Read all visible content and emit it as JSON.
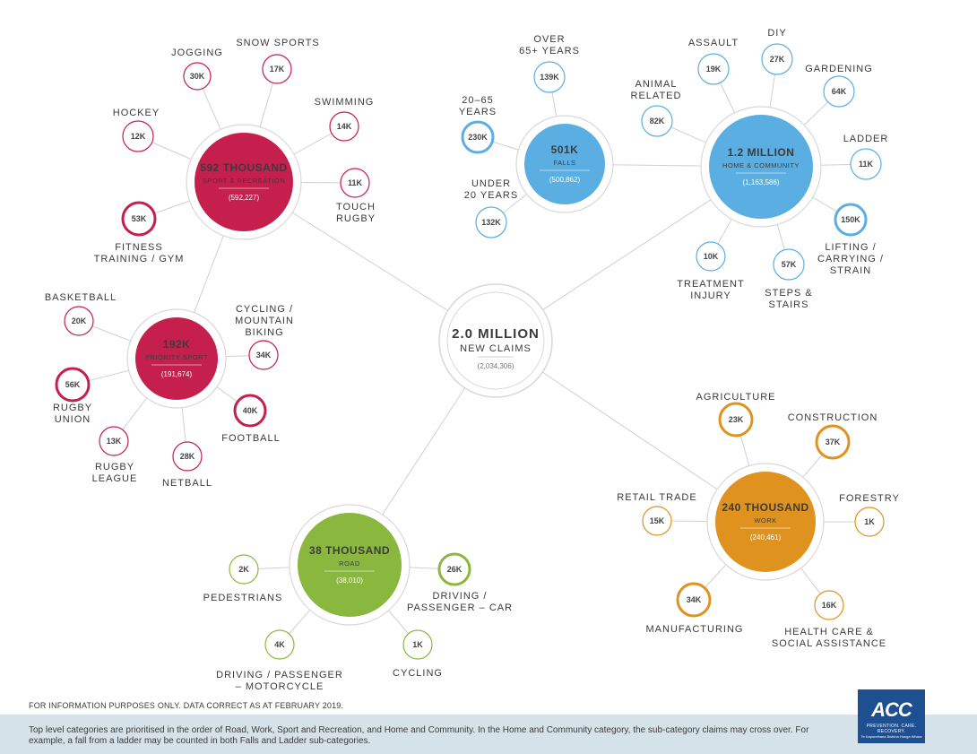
{
  "center": {
    "title": "2.0 MILLION",
    "subtitle": "NEW CLAIMS",
    "value": "(2,034,306)"
  },
  "colors": {
    "sport": "#c41f4d",
    "home": "#5aaee2",
    "work": "#e0921f",
    "road": "#8ab83e",
    "center_ring": "#d8d8d8"
  },
  "hubs": [
    {
      "id": "sport",
      "title": "592 THOUSAND",
      "subtitle": "SPORT & RECREATION",
      "value": "(592,227)",
      "color": "#c41f4d",
      "children": [
        {
          "id": "jogging",
          "value": "30K",
          "label": [
            "JOGGING"
          ]
        },
        {
          "id": "snow-sports",
          "value": "17K",
          "label": [
            "SNOW SPORTS"
          ]
        },
        {
          "id": "swimming",
          "value": "14K",
          "label": [
            "SWIMMING"
          ]
        },
        {
          "id": "touch-rugby",
          "value": "11K",
          "label": [
            "TOUCH",
            "RUGBY"
          ]
        },
        {
          "id": "fitness",
          "value": "53K",
          "label": [
            "FITNESS",
            "TRAINING / GYM"
          ]
        },
        {
          "id": "hockey",
          "value": "12K",
          "label": [
            "HOCKEY"
          ]
        }
      ]
    },
    {
      "id": "priority",
      "title": "192K",
      "subtitle": "PRIORITY SPORT",
      "value": "(191,674)",
      "color": "#c41f4d",
      "children": [
        {
          "id": "basketball",
          "value": "20K",
          "label": [
            "BASKETBALL"
          ]
        },
        {
          "id": "cycling-mtb",
          "value": "34K",
          "label": [
            "CYCLING /",
            "MOUNTAIN",
            "BIKING"
          ]
        },
        {
          "id": "football",
          "value": "40K",
          "label": [
            "FOOTBALL"
          ]
        },
        {
          "id": "netball",
          "value": "28K",
          "label": [
            "NETBALL"
          ]
        },
        {
          "id": "rugby-league",
          "value": "13K",
          "label": [
            "RUGBY",
            "LEAGUE"
          ]
        },
        {
          "id": "rugby-union",
          "value": "56K",
          "label": [
            "RUGBY",
            "UNION"
          ]
        }
      ]
    },
    {
      "id": "falls",
      "title": "501K",
      "subtitle": "FALLS",
      "value": "(500,862)",
      "color": "#5aaee2",
      "children": [
        {
          "id": "over-65",
          "value": "139K",
          "label": [
            "OVER",
            "65+ YEARS"
          ]
        },
        {
          "id": "20-65",
          "value": "230K",
          "label": [
            "20–65",
            "YEARS"
          ]
        },
        {
          "id": "under-20",
          "value": "132K",
          "label": [
            "UNDER",
            "20 YEARS"
          ]
        }
      ]
    },
    {
      "id": "home",
      "title": "1.2 MILLION",
      "subtitle": "HOME & COMMUNITY",
      "value": "(1,163,586)",
      "color": "#5aaee2",
      "children": [
        {
          "id": "assault",
          "value": "19K",
          "label": [
            "ASSAULT"
          ]
        },
        {
          "id": "diy",
          "value": "27K",
          "label": [
            "DIY"
          ]
        },
        {
          "id": "gardening",
          "value": "64K",
          "label": [
            "GARDENING"
          ]
        },
        {
          "id": "ladder",
          "value": "11K",
          "label": [
            "LADDER"
          ]
        },
        {
          "id": "lifting",
          "value": "150K",
          "label": [
            "LIFTING /",
            "CARRYING /",
            "STRAIN"
          ]
        },
        {
          "id": "steps",
          "value": "57K",
          "label": [
            "STEPS &",
            "STAIRS"
          ]
        },
        {
          "id": "treatment",
          "value": "10K",
          "label": [
            "TREATMENT",
            "INJURY"
          ]
        },
        {
          "id": "animal",
          "value": "82K",
          "label": [
            "ANIMAL",
            "RELATED"
          ]
        }
      ]
    },
    {
      "id": "work",
      "title": "240 THOUSAND",
      "subtitle": "WORK",
      "value": "(240,461)",
      "color": "#e0921f",
      "children": [
        {
          "id": "agriculture",
          "value": "23K",
          "label": [
            "AGRICULTURE"
          ]
        },
        {
          "id": "construction",
          "value": "37K",
          "label": [
            "CONSTRUCTION"
          ]
        },
        {
          "id": "forestry",
          "value": "1K",
          "label": [
            "FORESTRY"
          ]
        },
        {
          "id": "health-care",
          "value": "16K",
          "label": [
            "HEALTH CARE &",
            "SOCIAL ASSISTANCE"
          ]
        },
        {
          "id": "manufacturing",
          "value": "34K",
          "label": [
            "MANUFACTURING"
          ]
        },
        {
          "id": "retail",
          "value": "15K",
          "label": [
            "RETAIL TRADE"
          ]
        }
      ]
    },
    {
      "id": "road",
      "title": "38 THOUSAND",
      "subtitle": "ROAD",
      "value": "(38,010)",
      "color": "#8ab83e",
      "children": [
        {
          "id": "pedestrians",
          "value": "2K",
          "label": [
            "PEDESTRIANS"
          ]
        },
        {
          "id": "driving-car",
          "value": "26K",
          "label": [
            "DRIVING /",
            "PASSENGER – CAR"
          ]
        },
        {
          "id": "cycling",
          "value": "1K",
          "label": [
            "CYCLING"
          ]
        },
        {
          "id": "motorcycle",
          "value": "4K",
          "label": [
            "DRIVING / PASSENGER",
            "– MOTORCYCLE"
          ]
        }
      ]
    }
  ],
  "disclaimer": "FOR INFORMATION PURPOSES ONLY. DATA CORRECT AS AT FEBRUARY 2019.",
  "footer_note": "Top level categories are prioritised in the order of Road, Work, Sport and Recreation, and Home and Community. In the Home and Community category, the sub-category claims may cross over. For example, a fall from a ladder may be counted in both Falls and Ladder sub-categories.",
  "logo": {
    "mark": "ACC",
    "tagline": "PREVENTION. CARE. RECOVERY.",
    "maori": "Te Kaporeihana Āwhina Hunga Whara",
    "brand_color": "#1d4f91"
  }
}
